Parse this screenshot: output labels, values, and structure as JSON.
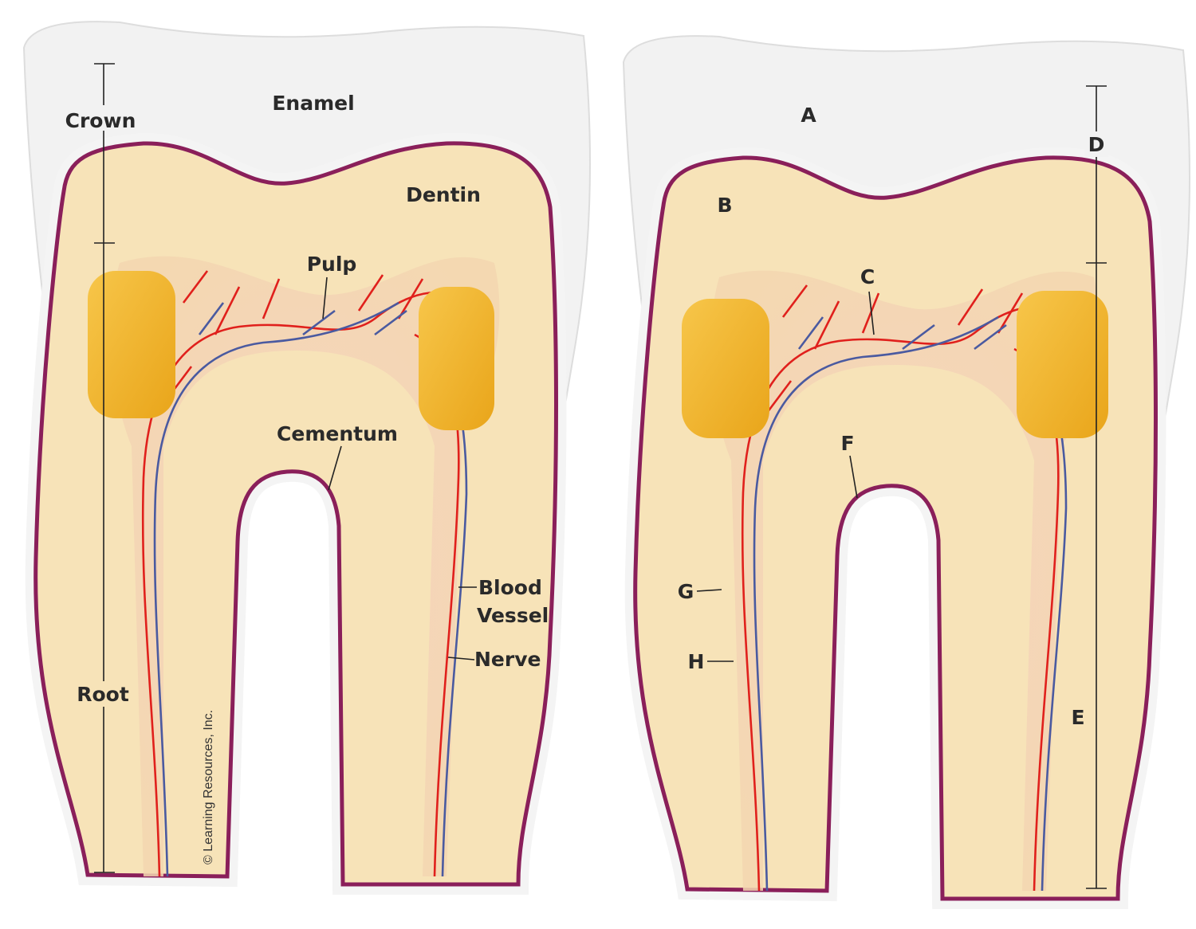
{
  "labeled_model": {
    "crown": "Crown",
    "enamel": "Enamel",
    "dentin": "Dentin",
    "pulp": "Pulp",
    "cementum": "Cementum",
    "blood_vessel_line1": "Blood",
    "blood_vessel_line2": "Vessel",
    "nerve": "Nerve",
    "root": "Root",
    "copyright": "© Learning Resources, Inc."
  },
  "quiz_model": {
    "a": "A",
    "b": "B",
    "c": "C",
    "d": "D",
    "e": "E",
    "f": "F",
    "g": "G",
    "h": "H"
  },
  "colors": {
    "enamel": "#f3f3f3",
    "dentin": "#f7e3b8",
    "outline": "#8a1f5a",
    "artery": "#e0201c",
    "vein": "#4a5aa0",
    "pad": "#f2b224"
  }
}
